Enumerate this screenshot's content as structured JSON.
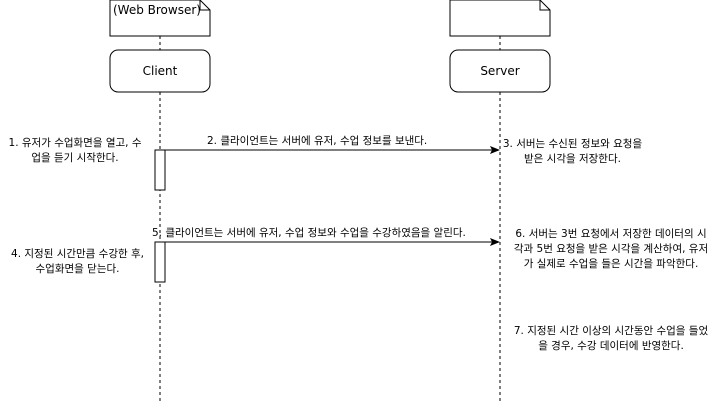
{
  "notes": {
    "client_note": "(Web Browser)",
    "server_note": ""
  },
  "actors": {
    "client": "Client",
    "server": "Server"
  },
  "messages": {
    "m2": "2. 클라이언트는 서버에 유저, 수업 정보를 보낸다.",
    "m5": "5. 클라이언트는 서버에 유저, 수업 정보와 수업을 수강하였음을 알린다."
  },
  "steps": {
    "s1": [
      "1. 유저가 수업화면을 열고, 수",
      "업을 듣기 시작한다."
    ],
    "s3": [
      "3. 서버는 수신된 정보와 요청을",
      "받은 시각을 저장한다."
    ],
    "s4": [
      "4. 지정된 시간만큼 수강한 후,",
      "수업화면을 닫는다."
    ],
    "s6": [
      "6. 서버는 3번 요청에서 저장한 데이터의 시",
      "각과 5번 요청을 받은 시각을 계산하여, 유저",
      "가 실제로 수업을 들은 시간을 파악한다."
    ],
    "s7": [
      "7. 지정된 시간 이상의 시간동안 수업을 들었",
      "을 경우, 수강 데이터에 반영한다."
    ]
  }
}
